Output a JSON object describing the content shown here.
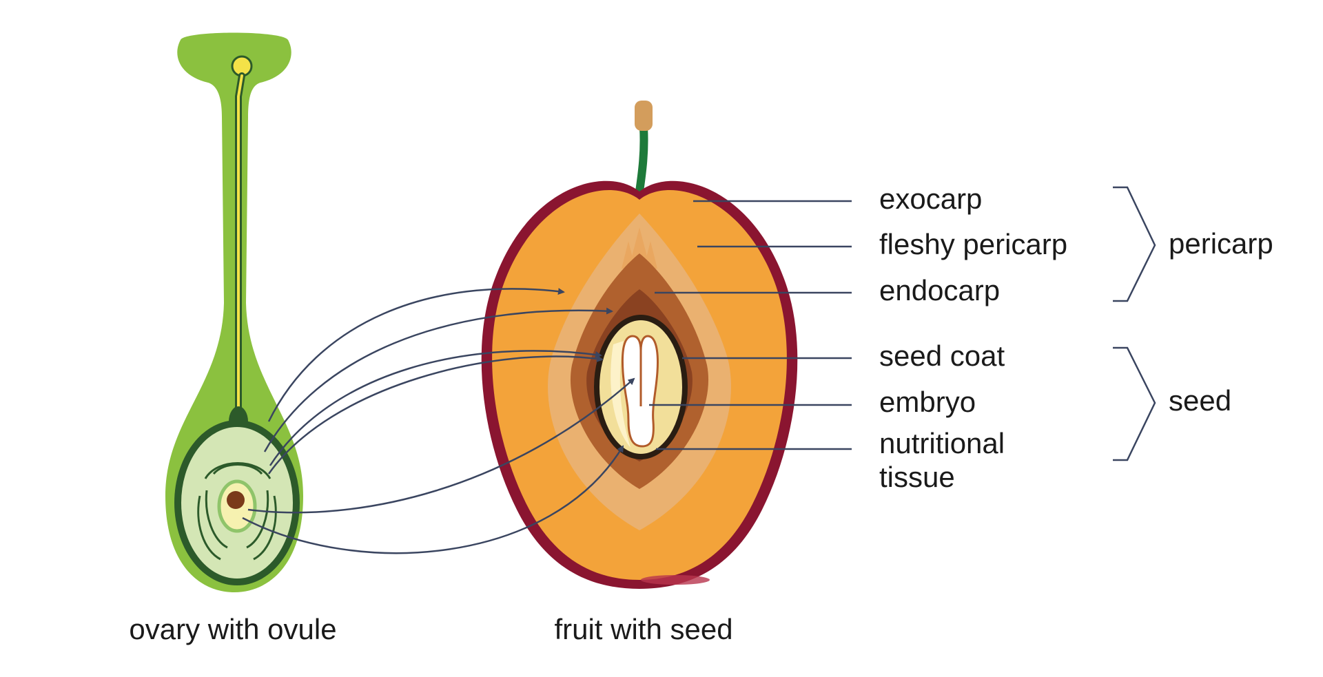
{
  "captions": {
    "ovary": "ovary with ovule",
    "fruit": "fruit with seed"
  },
  "labels": {
    "exocarp": "exocarp",
    "fleshy_pericarp": "fleshy pericarp",
    "endocarp": "endocarp",
    "seed_coat": "seed coat",
    "embryo": "embryo",
    "nutritional_tissue_line1": "nutritional",
    "nutritional_tissue_line2": "tissue"
  },
  "groups": {
    "pericarp": "pericarp",
    "seed": "seed"
  },
  "colors": {
    "pistil_green": "#8bc13f",
    "pistil_dark": "#2c5a2a",
    "ovule_fill": "#d4e6b5",
    "fruit_skin": "#8a1530",
    "fruit_flesh": "#f3a33a",
    "endocarp_light": "#eab170",
    "endocarp_mid": "#b0612e",
    "endocarp_dark": "#8a4221",
    "seed_coat": "#2a1d12",
    "nutritional": "#f2df9a",
    "embryo_line": "#b15b2a",
    "arrow": "#3a4560",
    "stem": "#1e7a3a",
    "stalk_tip": "#d39d5c"
  }
}
